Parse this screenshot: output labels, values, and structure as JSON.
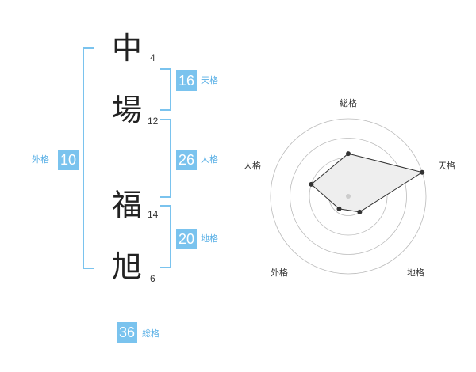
{
  "name": {
    "chars": [
      {
        "char": "中",
        "strokes": "4"
      },
      {
        "char": "場",
        "strokes": "12"
      },
      {
        "char": "福",
        "strokes": "14"
      },
      {
        "char": "旭",
        "strokes": "6"
      }
    ]
  },
  "kaku": {
    "tenkaku": {
      "value": "16",
      "label": "天格"
    },
    "jinkaku": {
      "value": "26",
      "label": "人格"
    },
    "chikaku": {
      "value": "20",
      "label": "地格"
    },
    "gaikaku": {
      "value": "10",
      "label": "外格"
    },
    "soukaku": {
      "value": "36",
      "label": "総格"
    }
  },
  "colors": {
    "accent": "#7ac3ee",
    "accent_text": "#5ab0e6"
  },
  "chart_data": {
    "type": "radar",
    "axes": [
      "総格",
      "天格",
      "地格",
      "外格",
      "人格"
    ],
    "values": [
      0.55,
      1.0,
      0.25,
      0.2,
      0.5
    ],
    "rings": 4,
    "fill": "#eeeeee",
    "line": "#333333"
  }
}
